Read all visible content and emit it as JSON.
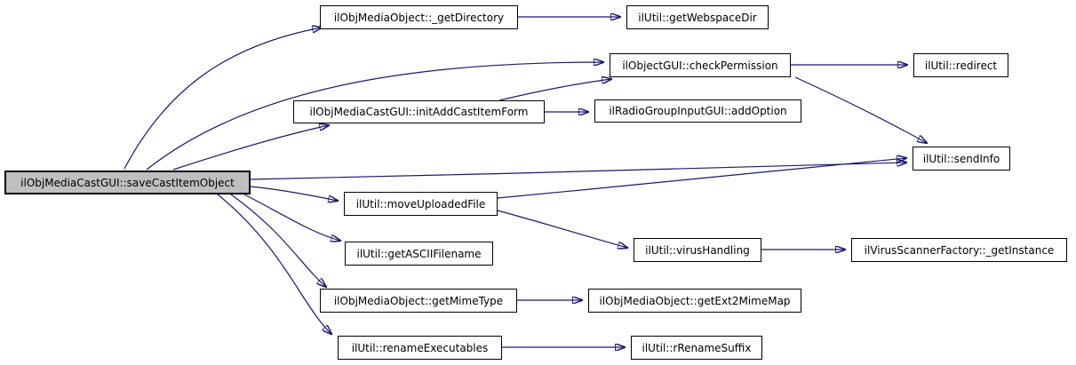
{
  "graph": {
    "type": "call-graph",
    "root_function": "ilObjMediaCastGUI::saveCastItemObject",
    "colors": {
      "edge": "#191970",
      "node_border": "#000000",
      "node_fill": "#ffffff",
      "root_fill": "#bfbfbf",
      "background": "#ffffff",
      "text": "#000000"
    },
    "nodes": [
      {
        "id": "saveCastItemObject",
        "label": "ilObjMediaCastGUI::saveCastItemObject",
        "main": true
      },
      {
        "id": "getDirectory",
        "label": "ilObjMediaObject::_getDirectory",
        "main": false
      },
      {
        "id": "getWebspaceDir",
        "label": "ilUtil::getWebspaceDir",
        "main": false
      },
      {
        "id": "checkPermission",
        "label": "ilObjectGUI::checkPermission",
        "main": false
      },
      {
        "id": "redirect",
        "label": "ilUtil::redirect",
        "main": false
      },
      {
        "id": "initAddCastItemForm",
        "label": "ilObjMediaCastGUI::initAddCastItemForm",
        "main": false
      },
      {
        "id": "addOption",
        "label": "ilRadioGroupInputGUI::addOption",
        "main": false
      },
      {
        "id": "sendInfo",
        "label": "ilUtil::sendInfo",
        "main": false
      },
      {
        "id": "moveUploadedFile",
        "label": "ilUtil::moveUploadedFile",
        "main": false
      },
      {
        "id": "getASCIIFilename",
        "label": "ilUtil::getASCIIFilename",
        "main": false
      },
      {
        "id": "virusHandling",
        "label": "ilUtil::virusHandling",
        "main": false
      },
      {
        "id": "getInstance",
        "label": "ilVirusScannerFactory::_getInstance",
        "main": false
      },
      {
        "id": "getMimeType",
        "label": "ilObjMediaObject::getMimeType",
        "main": false
      },
      {
        "id": "getExt2MimeMap",
        "label": "ilObjMediaObject::getExt2MimeMap",
        "main": false
      },
      {
        "id": "renameExecutables",
        "label": "ilUtil::renameExecutables",
        "main": false
      },
      {
        "id": "rRenameSuffix",
        "label": "ilUtil::rRenameSuffix",
        "main": false
      }
    ],
    "edges": [
      {
        "from": "saveCastItemObject",
        "to": "getDirectory"
      },
      {
        "from": "saveCastItemObject",
        "to": "checkPermission"
      },
      {
        "from": "saveCastItemObject",
        "to": "initAddCastItemForm"
      },
      {
        "from": "saveCastItemObject",
        "to": "sendInfo"
      },
      {
        "from": "saveCastItemObject",
        "to": "moveUploadedFile"
      },
      {
        "from": "saveCastItemObject",
        "to": "getASCIIFilename"
      },
      {
        "from": "saveCastItemObject",
        "to": "getMimeType"
      },
      {
        "from": "saveCastItemObject",
        "to": "renameExecutables"
      },
      {
        "from": "getDirectory",
        "to": "getWebspaceDir"
      },
      {
        "from": "checkPermission",
        "to": "redirect"
      },
      {
        "from": "checkPermission",
        "to": "sendInfo"
      },
      {
        "from": "initAddCastItemForm",
        "to": "checkPermission"
      },
      {
        "from": "initAddCastItemForm",
        "to": "addOption"
      },
      {
        "from": "moveUploadedFile",
        "to": "sendInfo"
      },
      {
        "from": "moveUploadedFile",
        "to": "virusHandling"
      },
      {
        "from": "virusHandling",
        "to": "getInstance"
      },
      {
        "from": "getMimeType",
        "to": "getExt2MimeMap"
      },
      {
        "from": "renameExecutables",
        "to": "rRenameSuffix"
      }
    ]
  }
}
